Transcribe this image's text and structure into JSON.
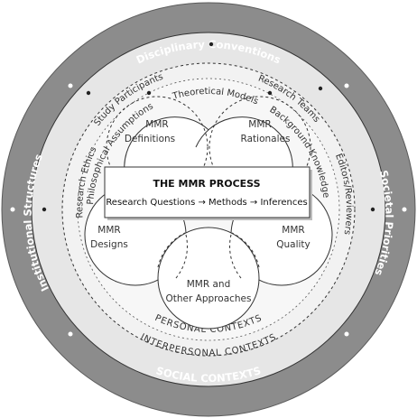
{
  "outer_ring": {
    "top": "Disciplinary Conventions",
    "left": "Institutional Structures",
    "right": "Societal Priorities",
    "bottom": "SOCIAL CONTEXTS"
  },
  "middle_ring": {
    "items": [
      "Study Participants",
      "Research Teams",
      "Editors/Reviewers",
      "Research Ethics"
    ],
    "bottom": "INTERPERSONAL CONTEXTS"
  },
  "inner_ring": {
    "items": [
      "Theoretical Models",
      "Background Knowledge",
      "Philosophical Assumptions"
    ],
    "bottom": "PERSONAL CONTEXTS"
  },
  "circles": {
    "definitions": {
      "line1": "MMR",
      "line2": "Definitions"
    },
    "rationales": {
      "line1": "MMR",
      "line2": "Rationales"
    },
    "designs": {
      "line1": "MMR",
      "line2": "Designs"
    },
    "quality": {
      "line1": "MMR",
      "line2": "Quality"
    },
    "other": {
      "line1": "MMR and",
      "line2": "Other Approaches"
    }
  },
  "process_box": {
    "title": "THE MMR PROCESS",
    "subtitle": "Research Questions → Methods → Inferences"
  },
  "colors": {
    "outer_ring": "#8c8c8c",
    "middle_ring": "#e6e6e6",
    "inner_ring": "#f2f2f2",
    "stroke": "#333333"
  }
}
